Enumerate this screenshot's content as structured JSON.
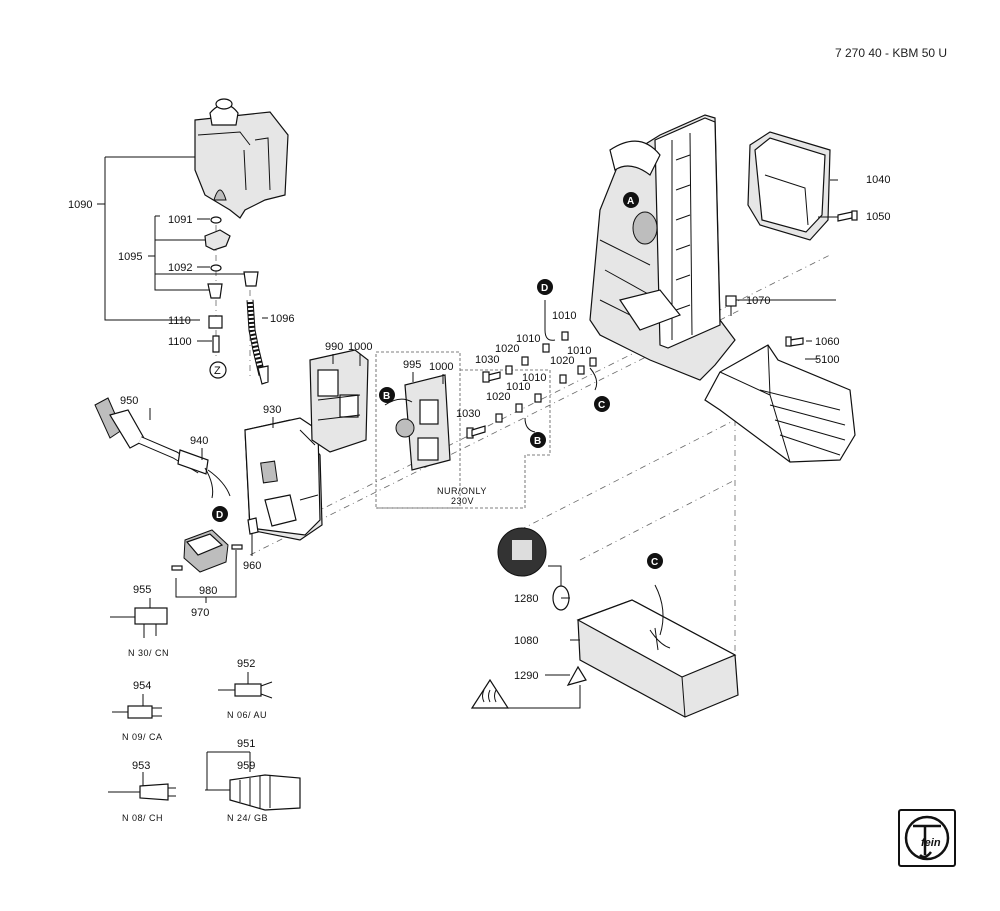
{
  "document_id": "7 270 40 - KBM 50 U",
  "labels": {
    "l1090": "1090",
    "l1091": "1091",
    "l1095": "1095",
    "l1092": "1092",
    "l1110": "1110",
    "l1100": "1100",
    "l1096": "1096",
    "z": "Z",
    "l950": "950",
    "l940": "940",
    "l930": "930",
    "l990": "990",
    "l1000a": "1000",
    "l995": "995",
    "l1000b": "1000",
    "l1030a": "1030",
    "l1030b": "1030",
    "l1020a": "1020",
    "l1020b": "1020",
    "l1020c": "1020",
    "l1010a": "1010",
    "l1010b": "1010",
    "l1010c": "1010",
    "l1010d": "1010",
    "l1010e": "1010",
    "l960": "960",
    "l980": "980",
    "l970": "970",
    "l955": "955",
    "l952": "952",
    "l954": "954",
    "l951": "951",
    "l953": "953",
    "l959": "959",
    "l1040": "1040",
    "l1050": "1050",
    "l1070": "1070",
    "l1060": "1060",
    "l5100": "5100",
    "l1280": "1280",
    "l1080": "1080",
    "l1290": "1290"
  },
  "variants": {
    "cn": "N 30/ CN",
    "au": "N 06/ AU",
    "ca": "N 09/ CA",
    "ch": "N 08/ CH",
    "gb": "N 24/ GB"
  },
  "note_line1": "NUR/ONLY",
  "note_line2": "230V",
  "callouts": {
    "a": "A",
    "b": "B",
    "c": "C",
    "d": "D"
  },
  "logo_text": "fein"
}
